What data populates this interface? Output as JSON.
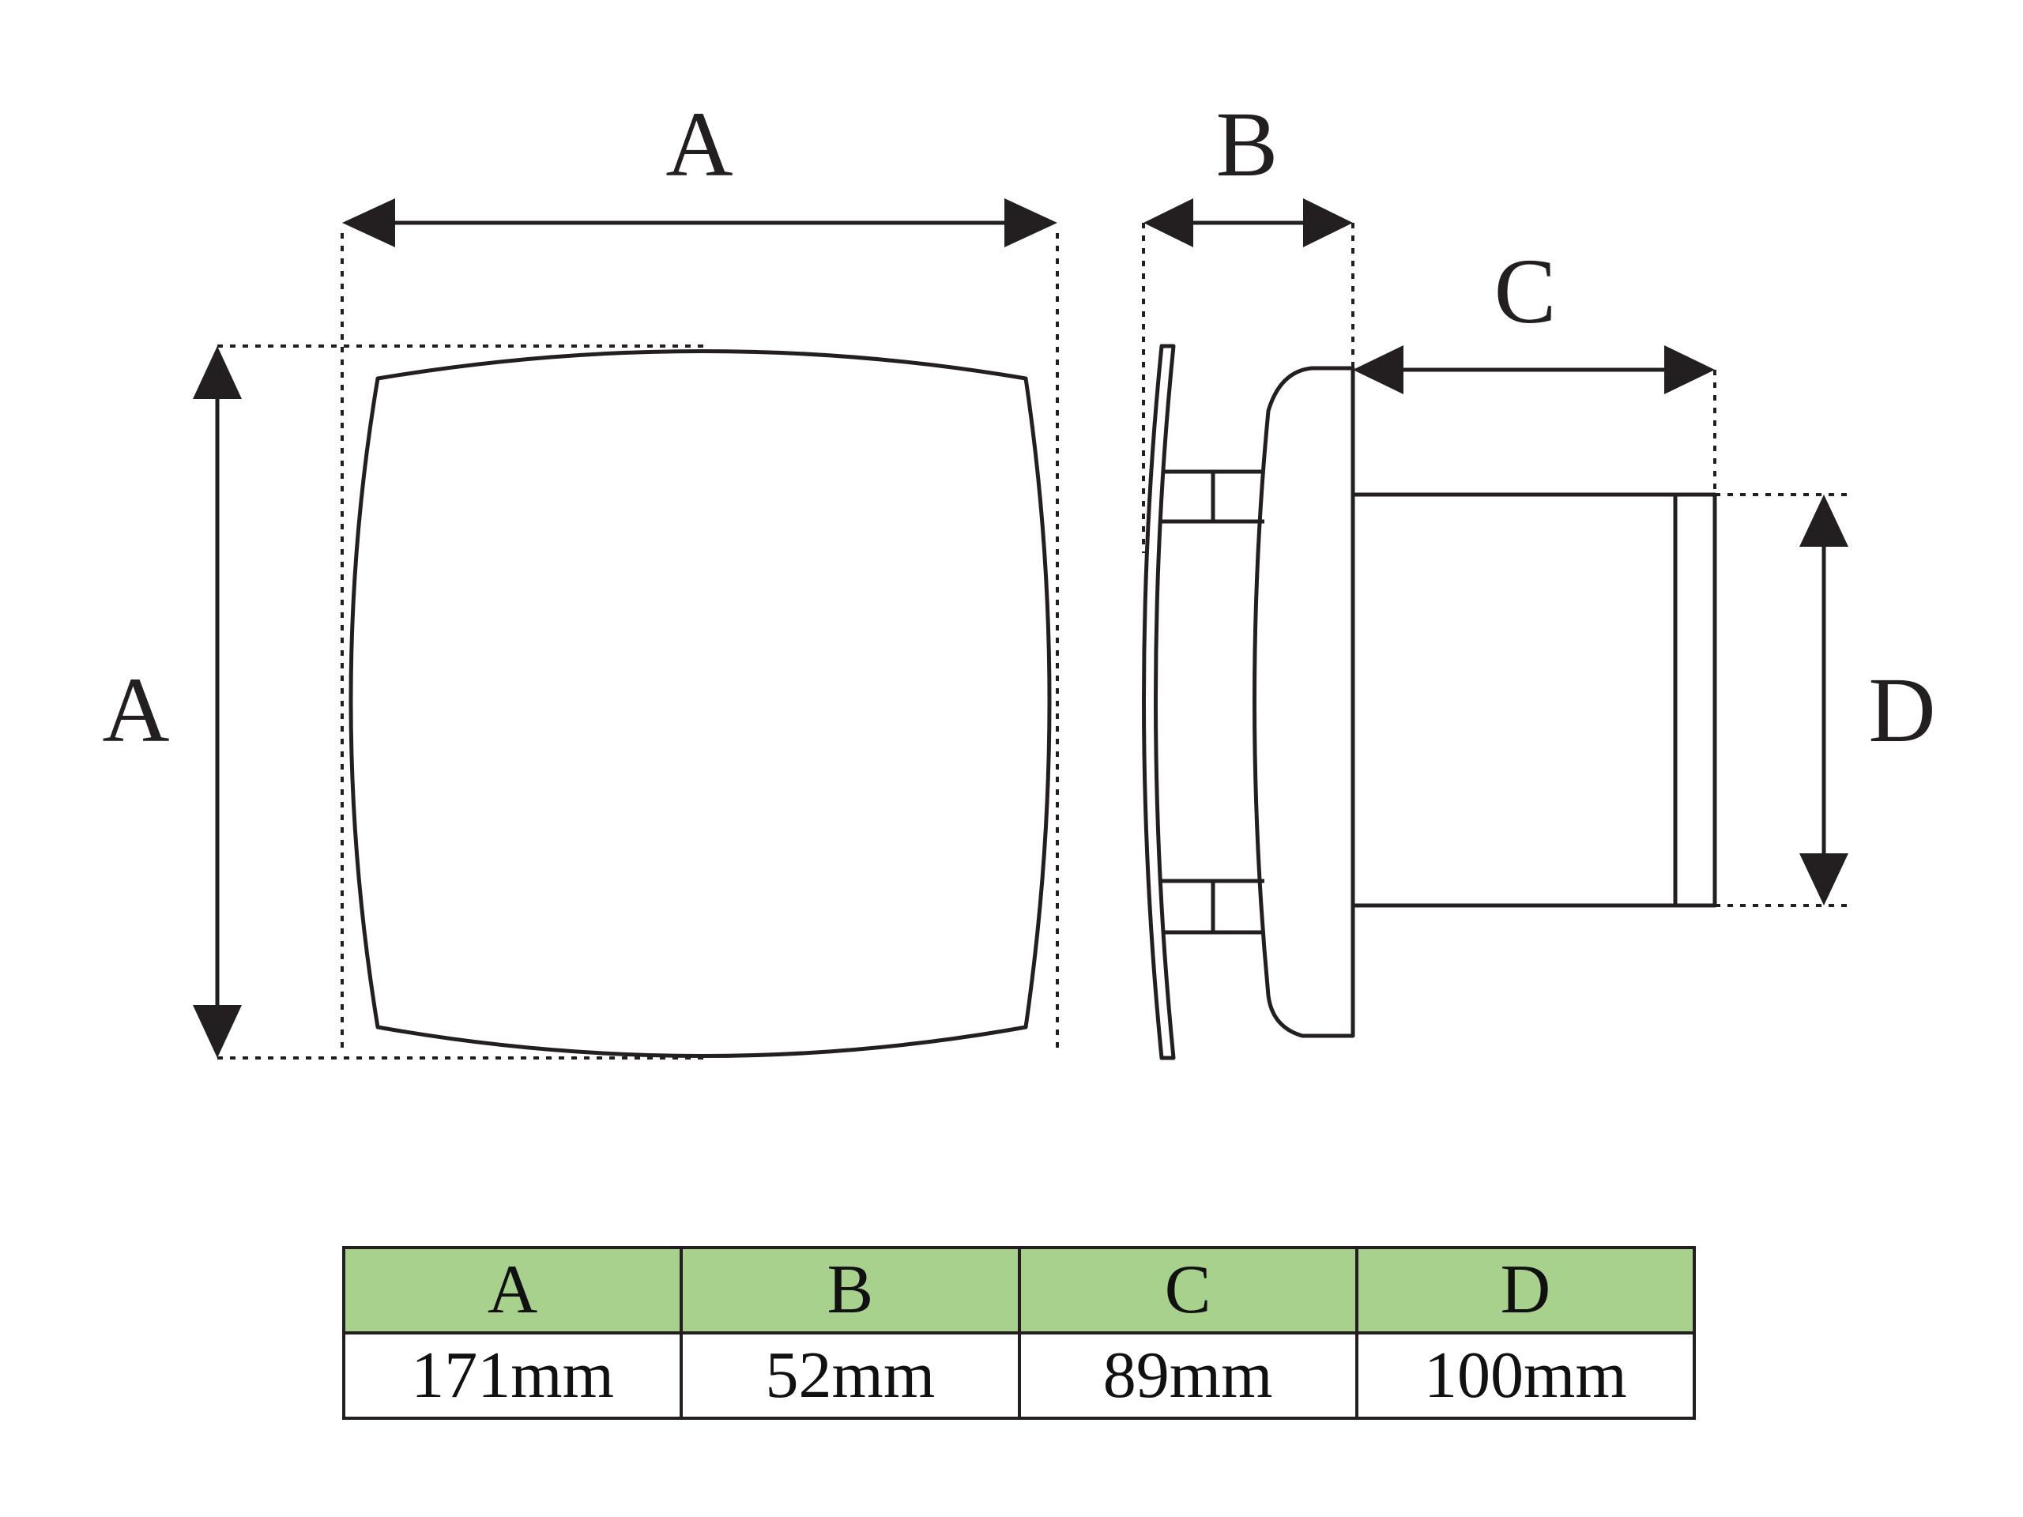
{
  "labels": {
    "width_top": "A",
    "height_left": "A",
    "depth_b": "B",
    "depth_c": "C",
    "diameter_d": "D"
  },
  "table": {
    "headers": [
      "A",
      "B",
      "C",
      "D"
    ],
    "values": [
      "171mm",
      "52mm",
      "89mm",
      "100mm"
    ],
    "header_color": "#a9d18e"
  }
}
